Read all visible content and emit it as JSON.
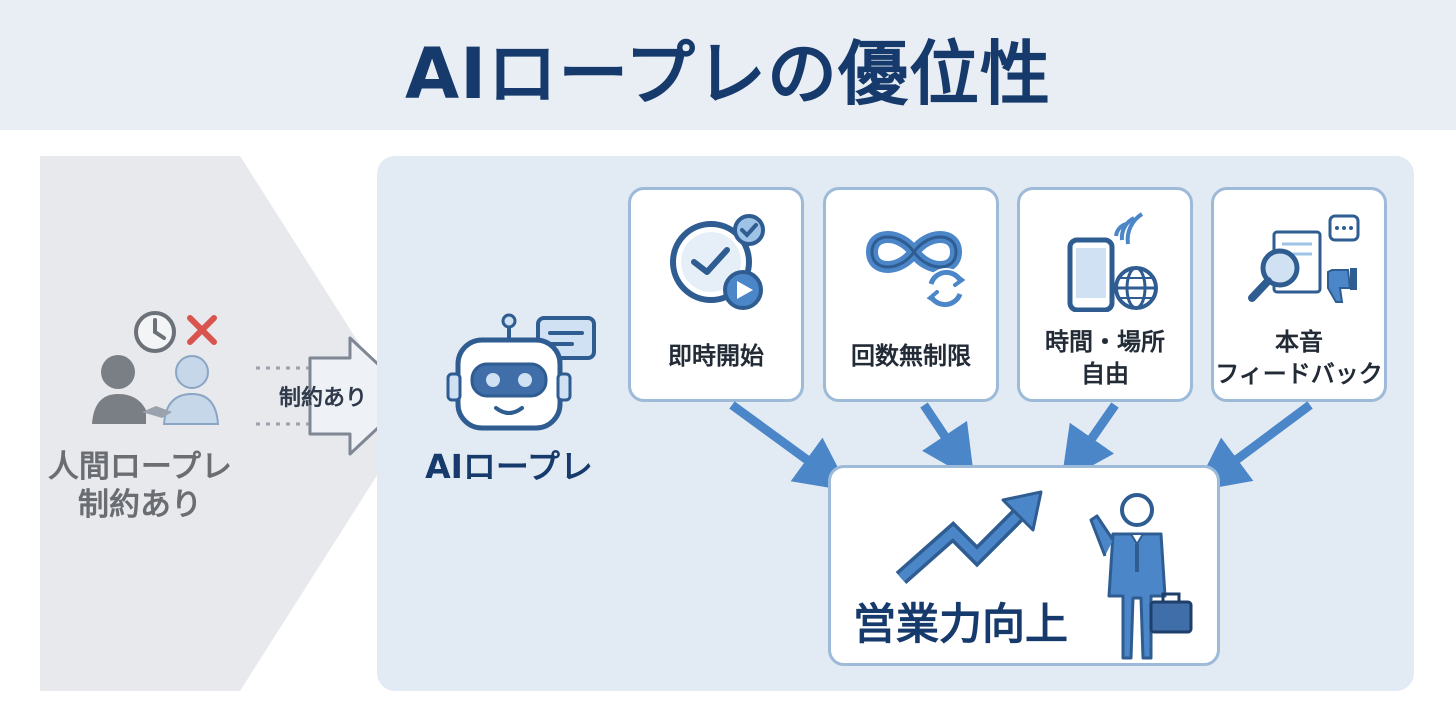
{
  "title": "AIロープレの優位性",
  "left": {
    "label_line1": "人間ロープレ",
    "label_line2": "制約あり",
    "arrow_label": "制約あり"
  },
  "ai": {
    "label": "AIロープレ"
  },
  "features": [
    {
      "label_line1": "即時開始",
      "label_line2": "",
      "icon": "clock-check-play-icon"
    },
    {
      "label_line1": "回数無制限",
      "label_line2": "",
      "icon": "infinity-refresh-icon"
    },
    {
      "label_line1": "時間・場所",
      "label_line2": "自由",
      "icon": "phone-globe-icon"
    },
    {
      "label_line1": "本音",
      "label_line2": "フィードバック",
      "icon": "magnifier-doc-thumbsdown-icon"
    }
  ],
  "result": {
    "label": "営業力向上",
    "icons": [
      "trend-up-arrow-icon",
      "businessman-icon"
    ]
  },
  "colors": {
    "title": "#163a6b",
    "accent_blue": "#4a86c8",
    "panel_blue": "#e2eaf3",
    "card_border": "#9dbad8",
    "gray_panel": "#e7e9ec",
    "red_x": "#d9534f"
  }
}
